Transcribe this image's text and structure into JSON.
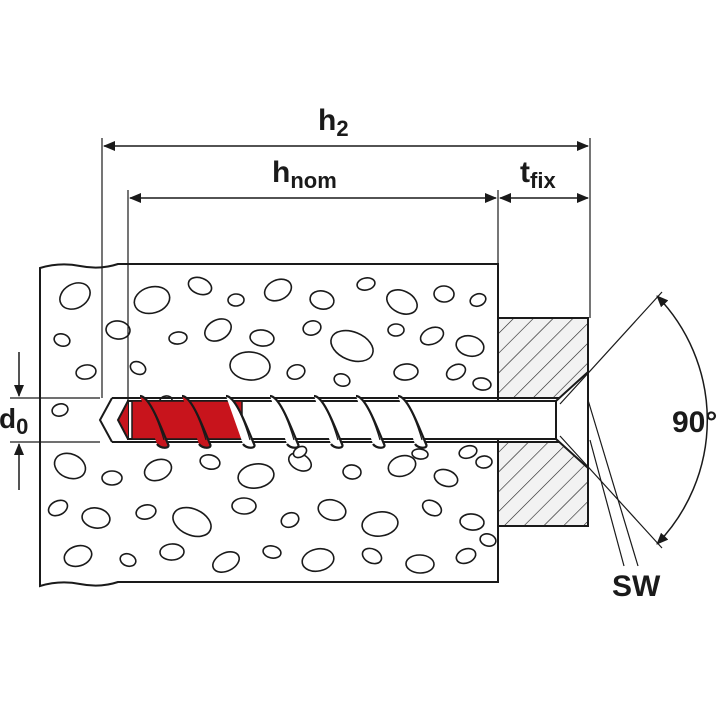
{
  "labels": {
    "h2": {
      "main": "h",
      "sub": "2"
    },
    "hnom": {
      "main": "h",
      "sub": "nom"
    },
    "tfix": {
      "main": "t",
      "sub": "fix"
    },
    "d0": {
      "main": "d",
      "sub": "0"
    },
    "angle": "90°",
    "sw": "SW"
  },
  "colors": {
    "line": "#1a1a1a",
    "concrete": "#e6e6e6",
    "fixture": "#f2f2f2",
    "anchor_tip": "#c8141c",
    "screw": "#ffffff"
  }
}
